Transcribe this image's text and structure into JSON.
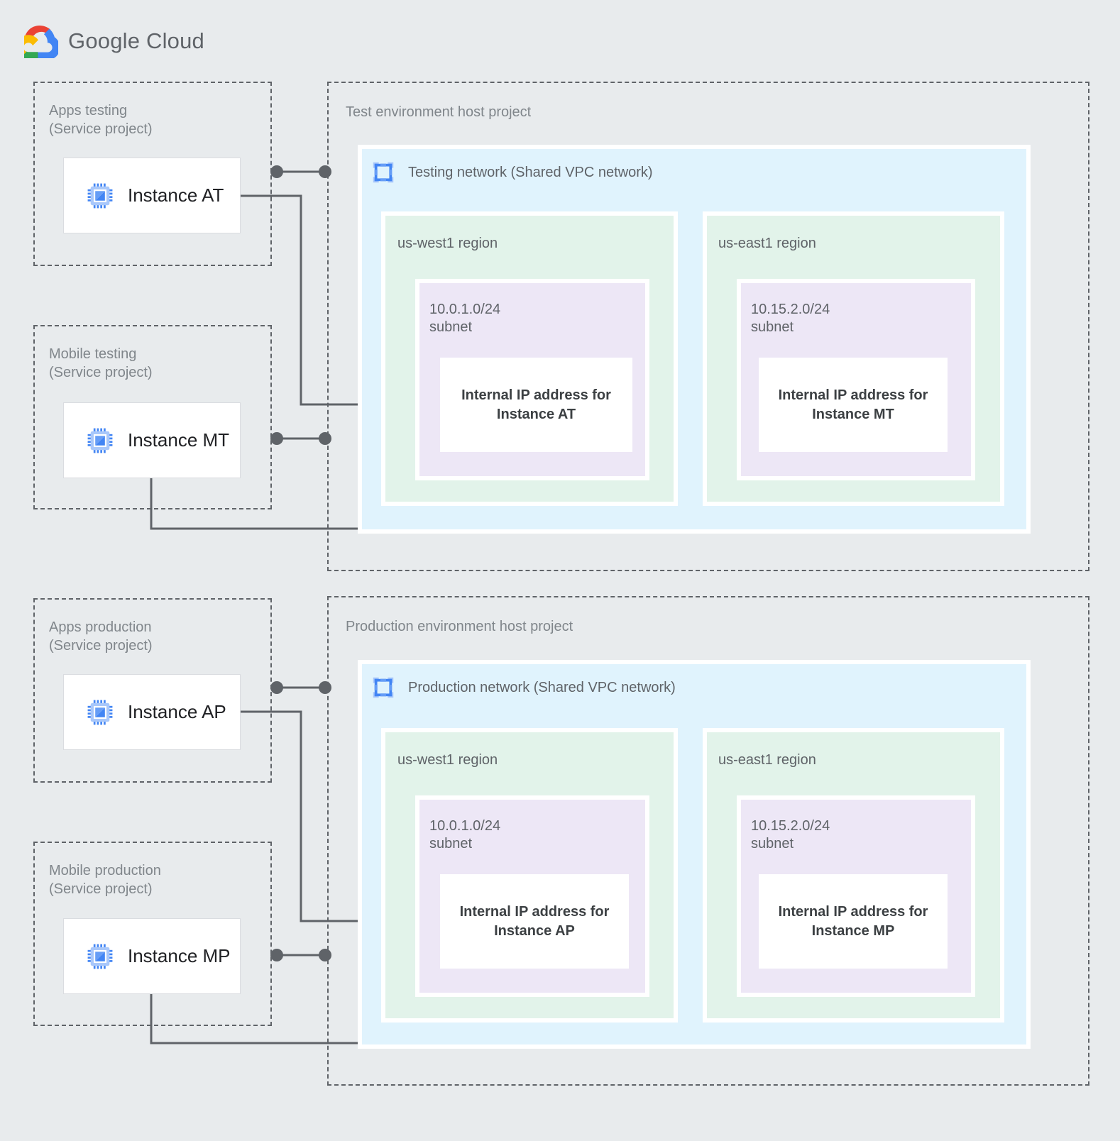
{
  "brand": {
    "logo_text_google": "Google",
    "logo_text_cloud": "Cloud",
    "logo_icon": "google-cloud-logo",
    "colors": {
      "page_background": "#e8ebed",
      "vpc_background": "#e0f3fd",
      "region_background": "#e2f3ea",
      "subnet_background": "#ede7f6",
      "card_background": "#ffffff",
      "dashed_border": "#5f6368",
      "connector": "#5f6368",
      "label_text": "#80868b",
      "icon_blue": "#4285f4",
      "icon_blue_light": "#a8c7fa",
      "logo_red": "#ea4335",
      "logo_yellow": "#fbbc04",
      "logo_green": "#34a853",
      "logo_blue": "#4285f4"
    }
  },
  "service_projects": [
    {
      "id": "apps-testing",
      "title": "Apps testing\n(Service project)",
      "instance": {
        "label": "Instance AT",
        "icon": "compute-instance-icon"
      }
    },
    {
      "id": "mobile-testing",
      "title": "Mobile testing\n(Service project)",
      "instance": {
        "label": "Instance MT",
        "icon": "compute-instance-icon"
      }
    },
    {
      "id": "apps-production",
      "title": "Apps production\n(Service project)",
      "instance": {
        "label": "Instance AP",
        "icon": "compute-instance-icon"
      }
    },
    {
      "id": "mobile-production",
      "title": "Mobile production\n(Service project)",
      "instance": {
        "label": "Instance MP",
        "icon": "compute-instance-icon"
      }
    }
  ],
  "host_projects": [
    {
      "id": "test-host",
      "title": "Test environment host project",
      "network": {
        "title": "Testing network (Shared VPC network)",
        "icon": "vpc-network-icon",
        "regions": [
          {
            "id": "test-us-west1",
            "title": "us-west1 region",
            "subnet": {
              "title": "10.0.1.0/24\nsubnet",
              "cidr": "10.0.1.0/24",
              "ip_card": "Internal IP address for\nInstance AT"
            }
          },
          {
            "id": "test-us-east1",
            "title": "us-east1 region",
            "subnet": {
              "title": "10.15.2.0/24\nsubnet",
              "cidr": "10.15.2.0/24",
              "ip_card": "Internal IP address for\nInstance MT"
            }
          }
        ]
      }
    },
    {
      "id": "prod-host",
      "title": "Production environment host project",
      "network": {
        "title": "Production network (Shared VPC network)",
        "icon": "vpc-network-icon",
        "regions": [
          {
            "id": "prod-us-west1",
            "title": "us-west1 region",
            "subnet": {
              "title": "10.0.1.0/24\nsubnet",
              "cidr": "10.0.1.0/24",
              "ip_card": "Internal IP address for\nInstance AP"
            }
          },
          {
            "id": "prod-us-east1",
            "title": "us-east1 region",
            "subnet": {
              "title": "10.15.2.0/24\nsubnet",
              "cidr": "10.15.2.0/24",
              "ip_card": "Internal IP address for\nInstance MP"
            }
          }
        ]
      }
    }
  ],
  "connections": [
    {
      "id": "at-to-host",
      "from": "apps-testing",
      "to": "test-host",
      "type": "project-link"
    },
    {
      "id": "at-to-ip",
      "from": "Instance AT",
      "to": "Internal IP address for Instance AT",
      "type": "ip-link"
    },
    {
      "id": "mt-to-host",
      "from": "mobile-testing",
      "to": "test-host",
      "type": "project-link"
    },
    {
      "id": "mt-to-ip",
      "from": "Instance MT",
      "to": "Internal IP address for Instance MT",
      "type": "ip-link"
    },
    {
      "id": "ap-to-host",
      "from": "apps-production",
      "to": "prod-host",
      "type": "project-link"
    },
    {
      "id": "ap-to-ip",
      "from": "Instance AP",
      "to": "Internal IP address for Instance AP",
      "type": "ip-link"
    },
    {
      "id": "mp-to-host",
      "from": "mobile-production",
      "to": "prod-host",
      "type": "project-link"
    },
    {
      "id": "mp-to-ip",
      "from": "Instance MP",
      "to": "Internal IP address for Instance MP",
      "type": "ip-link"
    }
  ]
}
